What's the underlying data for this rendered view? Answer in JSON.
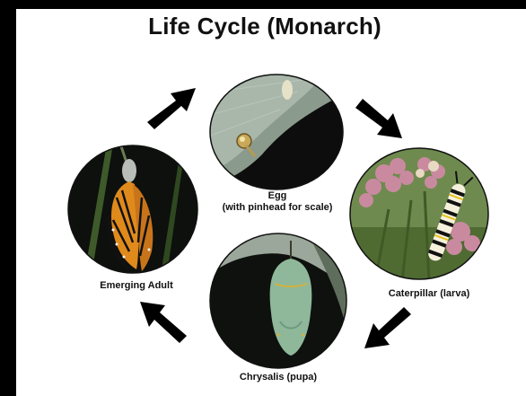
{
  "title": "Life Cycle (Monarch)",
  "stages": {
    "egg": {
      "label_line1": "Egg",
      "label_line2": "(with pinhead for scale)"
    },
    "caterpillar": {
      "label": "Caterpillar (larva)"
    },
    "chrysalis": {
      "label": "Chrysalis (pupa)"
    },
    "adult": {
      "label": "Emerging Adult"
    }
  },
  "colors": {
    "background": "#000000",
    "panel": "#ffffff",
    "arrow": "#000000",
    "milkweed_pink": "#c98aa0",
    "chrysalis_green": "#8fb89a",
    "wing_orange": "#e08a1c"
  },
  "icons": [
    "arrow-up-right-icon",
    "arrow-down-right-icon",
    "arrow-down-left-icon",
    "arrow-up-left-icon"
  ]
}
